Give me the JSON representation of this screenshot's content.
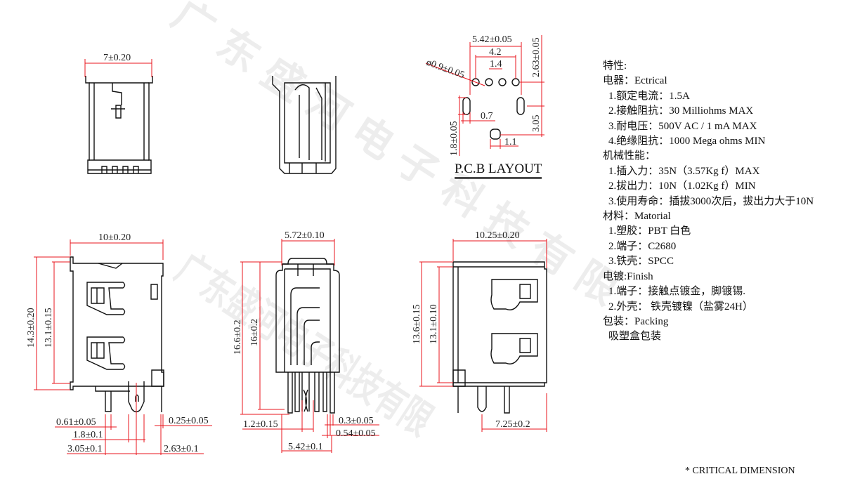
{
  "watermark": "广东盛河电子科技有限",
  "pcb_layout": {
    "title": "P.C.B LAYOUT",
    "dims": [
      "5.42±0.05",
      "4.2",
      "1.4",
      "ø0.9±0.05",
      "2.63±0.05",
      "0.7",
      "1.8±0.05",
      "3.05",
      "1.1"
    ]
  },
  "top_front_view": {
    "dims": [
      "7±0.20"
    ]
  },
  "bottom_left_view": {
    "dims": [
      "10±0.20",
      "14.3±0.20",
      "13.1±0.15",
      "0.61±0.05",
      "1.8±0.1",
      "3.05±0.1",
      "0.25±0.05",
      "2.63±0.1"
    ]
  },
  "bottom_middle_view": {
    "dims": [
      "5.72±0.10",
      "16.6±0.2",
      "16±0.2",
      "1.2±0.15",
      "0.3±0.05",
      "0.54±0.05",
      "5.42±0.1"
    ]
  },
  "bottom_right_view": {
    "dims": [
      "10.25±0.20",
      "13.6±0.15",
      "13.1±0.10",
      "7.25±0.2"
    ]
  },
  "specs": {
    "heading": "特性:",
    "electrical": {
      "title": "电器：Ectrical",
      "items": [
        "1.额定电流：1.5A",
        "2.接触阻抗：30 Milliohms MAX",
        "3.耐电压：500V AC / 1 mA MAX",
        "4.绝缘阻抗：1000 Mega ohms MIN"
      ]
    },
    "mechanical": {
      "title": "机械性能：",
      "items": [
        "1.插入力：35N（3.57Kg f）MAX",
        "2.拔出力：10N（1.02Kg f）MIN",
        "3.使用寿命：插拔3000次后，拔出力大于10N"
      ]
    },
    "material": {
      "title": "材料：Matorial",
      "items": [
        "1.塑胶：PBT 白色",
        "2.端子：C2680",
        "3.铁壳：SPCC"
      ]
    },
    "finish": {
      "title": "电镀:Finish",
      "items": [
        "1.端子：接触点镀金，脚镀锡.",
        "2.外壳： 铁壳镀镍（盐雾24H）"
      ]
    },
    "packing": {
      "title": "包装：Packing",
      "items": [
        "吸塑盒包装"
      ]
    }
  },
  "critical_note": "* CRITICAL  DIMENSION"
}
